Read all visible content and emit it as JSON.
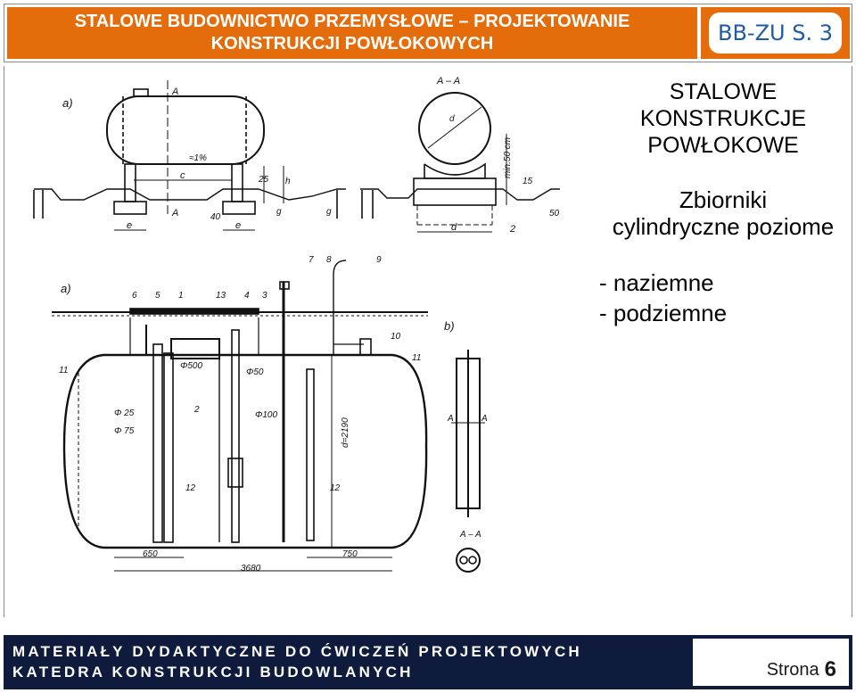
{
  "header": {
    "title_line1": "STALOWE BUDOWNICTWO PRZEMYSŁOWE – PROJEKTOWANIE",
    "title_line2": "KONSTRUKCJI POWŁOKOWYCH",
    "page_code": "BB-ZU   S. 3",
    "background_color": "#e46c0a",
    "code_text_color": "#1f5aa6"
  },
  "slide": {
    "title_line1": "STALOWE",
    "title_line2": "KONSTRUKCJE",
    "title_line3": "POWŁOKOWE",
    "subtitle_line1": "Zbiorniki",
    "subtitle_line2": "cylindryczne poziome",
    "types": [
      "- naziemne",
      "- podziemne"
    ]
  },
  "drawing": {
    "labels": {
      "view_a": "a)",
      "view_b": "b)",
      "section_aa": "A – A",
      "dim_650": "650",
      "dim_3680": "3680",
      "dim_750": "750",
      "dim_d2190": "d=2190",
      "phi_500": "Φ500",
      "phi_50": "Φ50",
      "phi_100": "Φ100",
      "phi_25": "Φ 25",
      "phi_75": "Φ 75",
      "slope": "≈1%",
      "min_50cm": "min.50 cm",
      "callouts": [
        "1",
        "2",
        "3",
        "4",
        "5",
        "6",
        "7",
        "8",
        "9",
        "10",
        "11",
        "12",
        "13"
      ]
    }
  },
  "footer": {
    "line1": "MATERIAŁY DYDAKTYCZNE DO ĆWICZEŃ PROJEKTOWYCH",
    "line2": "KATEDRA KONSTRUKCJI BUDOWLANYCH",
    "page_label": "Strona",
    "page_number": "6",
    "background_color": "#0e1b3d"
  }
}
